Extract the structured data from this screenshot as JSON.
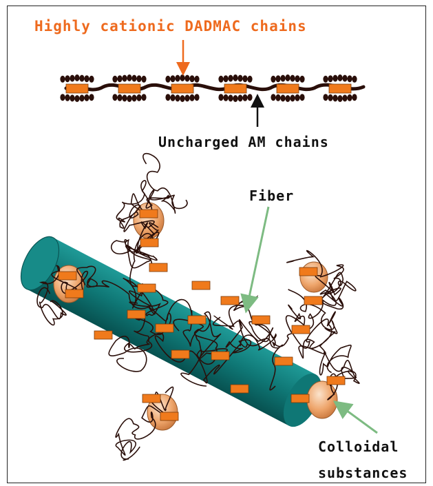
{
  "labels": {
    "dadmac": "Highly cationic DADMAC chains",
    "am": "Uncharged AM chains",
    "fiber": "Fiber",
    "colloid_line1": "Colloidal",
    "colloid_line2": "substances"
  },
  "colors": {
    "cationic_block": "#f07a1c",
    "chain": "#2a0f0a",
    "fiber": "#127a78",
    "fiber_dark": "#0a5554",
    "particle": "#e9a870",
    "arrow_orange": "#ee6a1e",
    "arrow_green": "#7dbb82"
  }
}
